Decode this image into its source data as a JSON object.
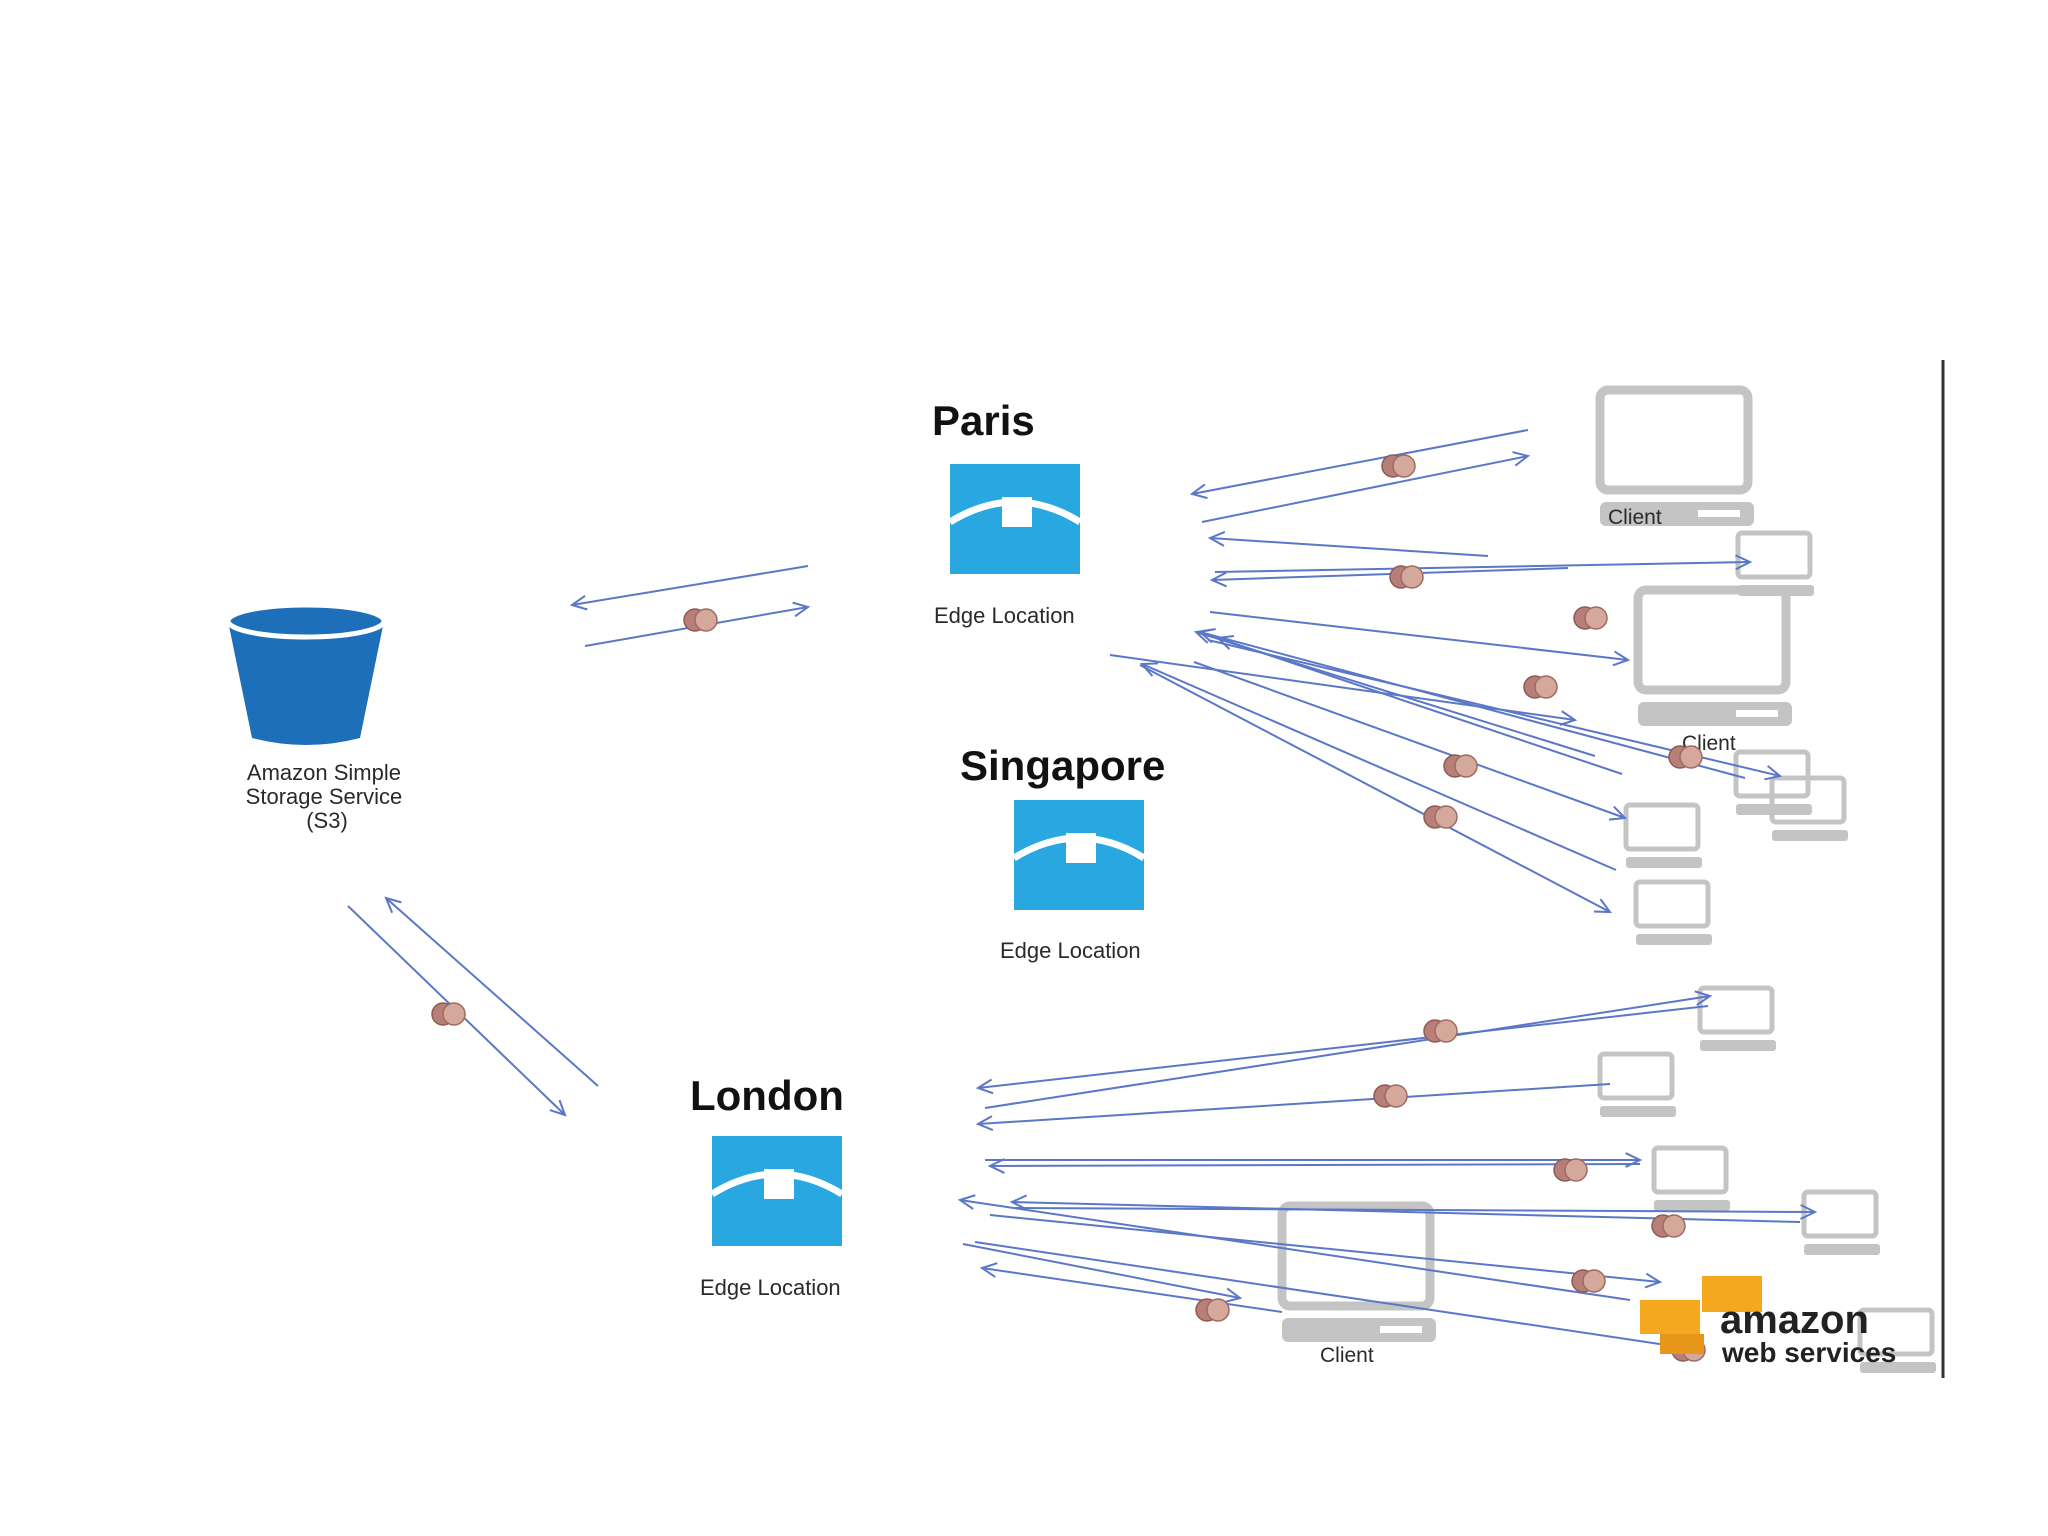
{
  "storage": {
    "label_lines": [
      "Amazon Simple",
      "Storage Service",
      "(S3)"
    ],
    "color": "#1e6fb9"
  },
  "edges": [
    {
      "city": "Paris",
      "label": "Edge Location"
    },
    {
      "city": "Singapore",
      "label": "Edge Location"
    },
    {
      "city": "London",
      "label": "Edge Location"
    }
  ],
  "edge_icon_color": "#28a7e0",
  "client_label": "Client",
  "arrow_color": "#5b77c7",
  "logo": {
    "line1": "amazon",
    "line2": "web services",
    "box_color": "#f4a81d"
  }
}
